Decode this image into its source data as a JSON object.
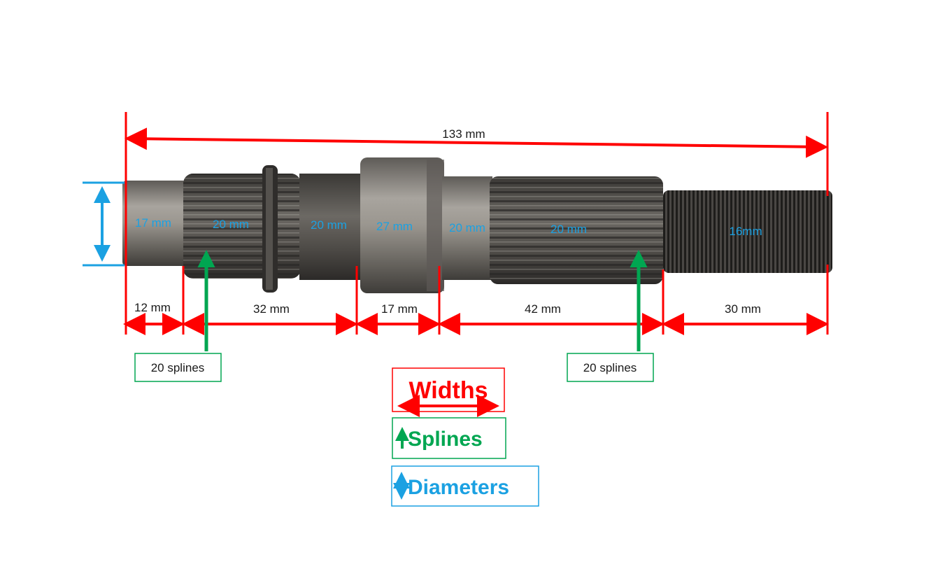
{
  "overall_length": "133 mm",
  "diameters": [
    "17 mm",
    "20 mm",
    "20 mm",
    "27 mm",
    "20 mm",
    "20 mm",
    "16mm"
  ],
  "widths": [
    "12 mm",
    "32 mm",
    "17 mm",
    "42 mm",
    "30 mm"
  ],
  "spline_callouts": [
    "20 splines",
    "20 splines"
  ],
  "legend": {
    "widths": "Widths",
    "splines": "Splines",
    "diameters": "Diameters"
  },
  "colors": {
    "width": "#ff0000",
    "spline": "#00a651",
    "diameter": "#1ba1e2"
  }
}
